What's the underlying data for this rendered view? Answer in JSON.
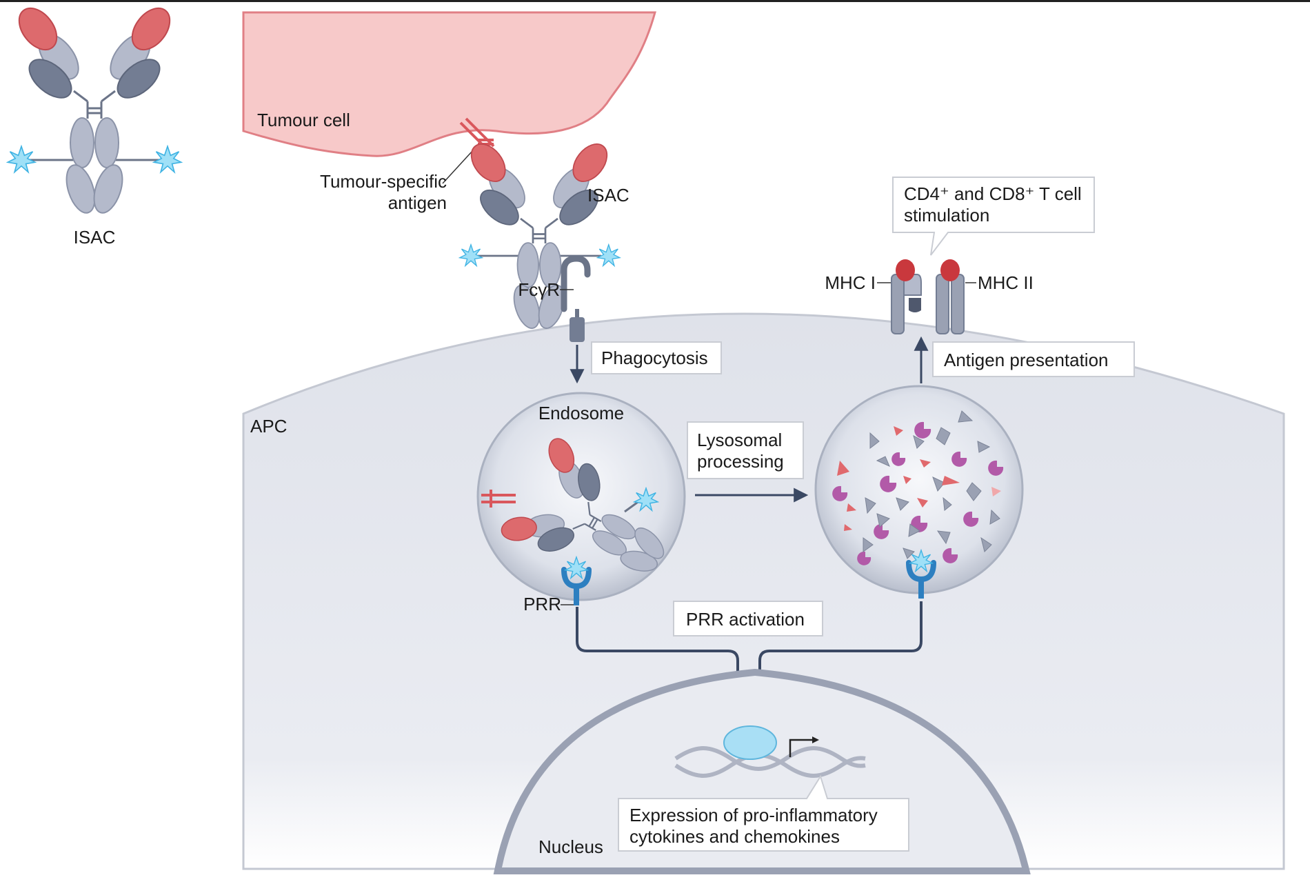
{
  "labels": {
    "isac_left": "ISAC",
    "tumour_cell": "Tumour cell",
    "tumour_antigen_1": "Tumour-specific",
    "tumour_antigen_2": "antigen",
    "isac_bound": "ISAC",
    "fcyr": "FcγR",
    "phagocytosis": "Phagocytosis",
    "apc": "APC",
    "endosome": "Endosome",
    "prr": "PRR",
    "lysosomal_1": "Lysosomal",
    "lysosomal_2": "processing",
    "prr_activation": "PRR activation",
    "antigen_presentation": "Antigen presentation",
    "mhc_i": "MHC I",
    "mhc_ii": "MHC II",
    "tcell_1": "CD4⁺ and CD8⁺ T cell",
    "tcell_2": "stimulation",
    "expression_1": "Expression of pro-inflammatory",
    "expression_2": "cytokines and chemokines",
    "nucleus": "Nucleus"
  },
  "colors": {
    "tumour_fill": "#f7c9c9",
    "tumour_stroke": "#e07f85",
    "apc_fill": "#e3e6ee",
    "antibody_light": "#b3b9ca",
    "antibody_dark": "#737d93",
    "antigen_red": "#d9575c",
    "payload_blue": "#5fc4ec",
    "prr_blue": "#2d7fc0",
    "arrow": "#3a4863",
    "fragment_purple": "#b25aa8"
  }
}
